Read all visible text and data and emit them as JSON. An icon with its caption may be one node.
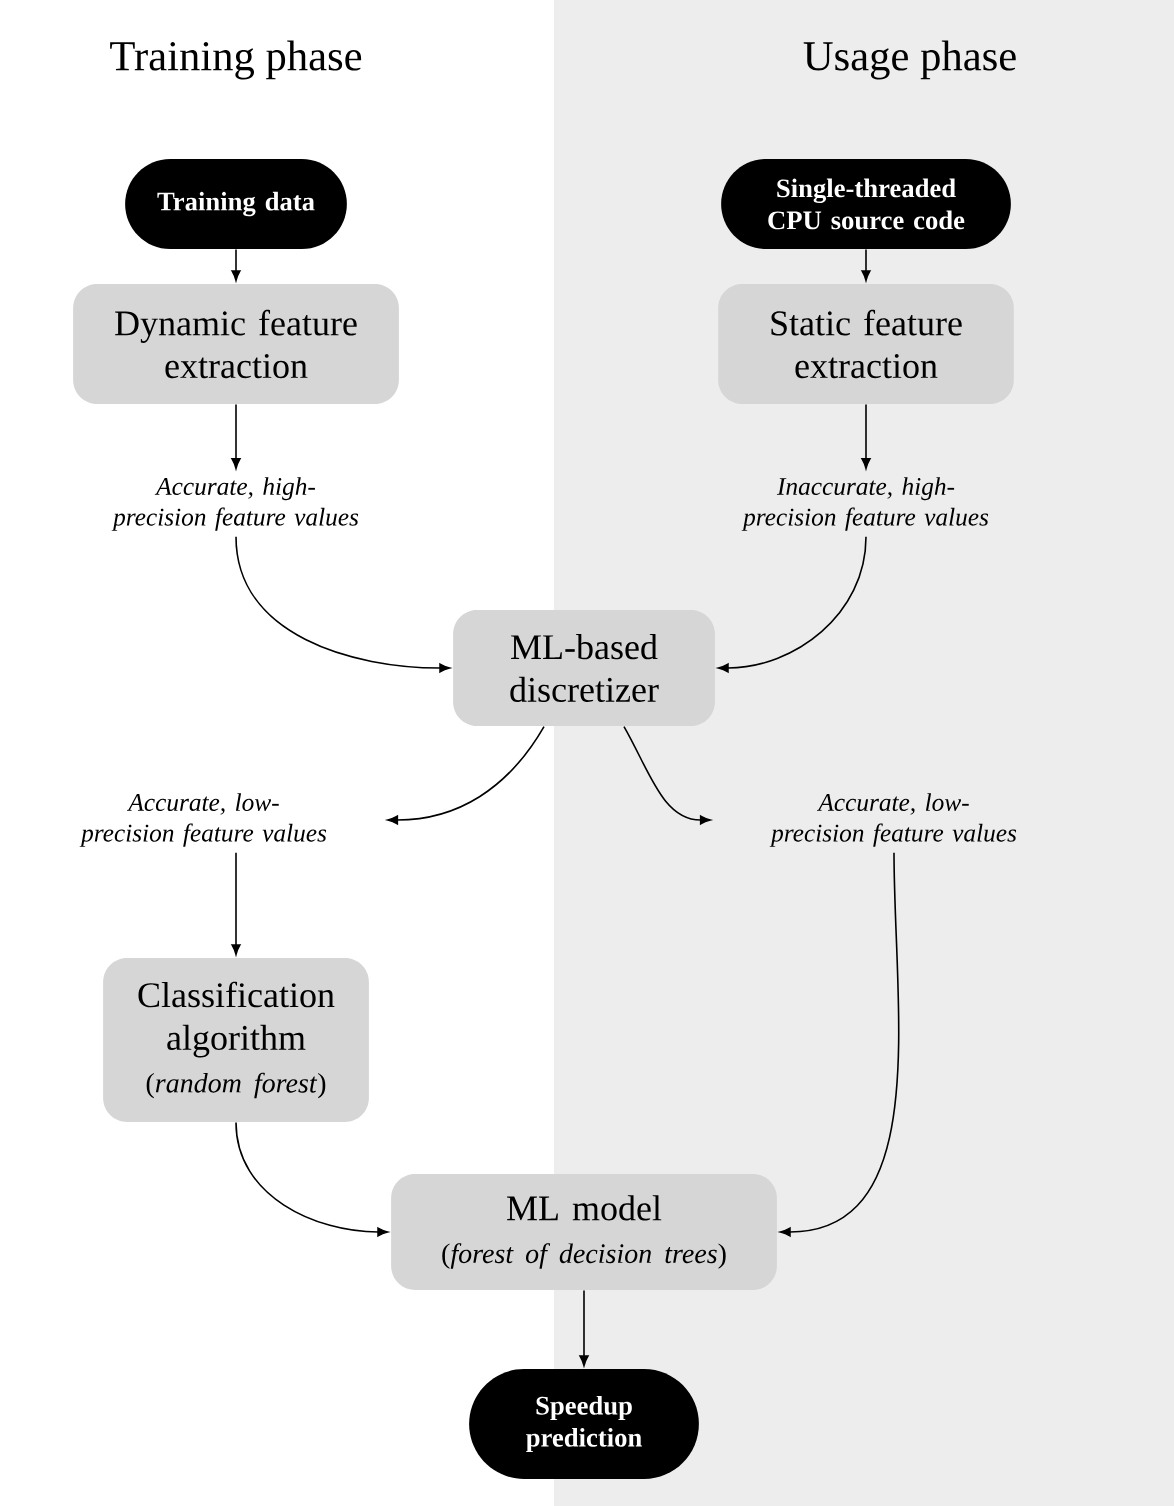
{
  "diagram": {
    "nodes": [
      {
        "text": [
          "Training data"
        ]
      },
      {
        "text": [
          "Dynamic feature extraction"
        ]
      },
      {
        "text": [
          "Accurate, high-precision feature values"
        ]
      },
      {
        "text": [
          "Single-threaded CPU source code"
        ]
      },
      {
        "text": [
          "Static feature extraction"
        ]
      },
      {
        "text": [
          "Inaccurate, high-precision feature values"
        ]
      },
      {
        "text": [
          "ML-based discretizer"
        ]
      },
      {
        "text": [
          "Accurate, low-precision feature values"
        ]
      },
      {
        "text": [
          "Accurate, low-precision feature values"
        ]
      },
      {
        "text": [
          "Classification algorithm",
          "(*random forest*)"
        ]
      },
      {
        "text": [
          "ML model",
          "(*forest of decision trees*)"
        ]
      },
      {
        "text": [
          "Speedup prediction"
        ]
      }
    ],
    "edges": [
      {
        "from": 0,
        "to": 1,
        "arrow": "to"
      },
      {
        "from": 1,
        "to": 2,
        "arrow": "to"
      },
      {
        "from": 3,
        "to": 4,
        "arrow": "to"
      },
      {
        "from": 4,
        "to": 5,
        "arrow": "to"
      },
      {
        "from": 2,
        "to": 6,
        "arrow": "to"
      },
      {
        "from": 5,
        "to": 6,
        "arrow": "to"
      },
      {
        "from": 6,
        "to": 7,
        "arrow": "to"
      },
      {
        "from": 6,
        "to": 8,
        "arrow": "to"
      },
      {
        "from": 7,
        "to": 9,
        "arrow": "to"
      },
      {
        "from": 9,
        "to": 10,
        "arrow": "to"
      },
      {
        "from": 8,
        "to": 10,
        "arrow": "to"
      },
      {
        "from": 10,
        "to": 11,
        "arrow": "to"
      }
    ],
    "labels": [
      "Training phase",
      "Usage phase"
    ]
  }
}
